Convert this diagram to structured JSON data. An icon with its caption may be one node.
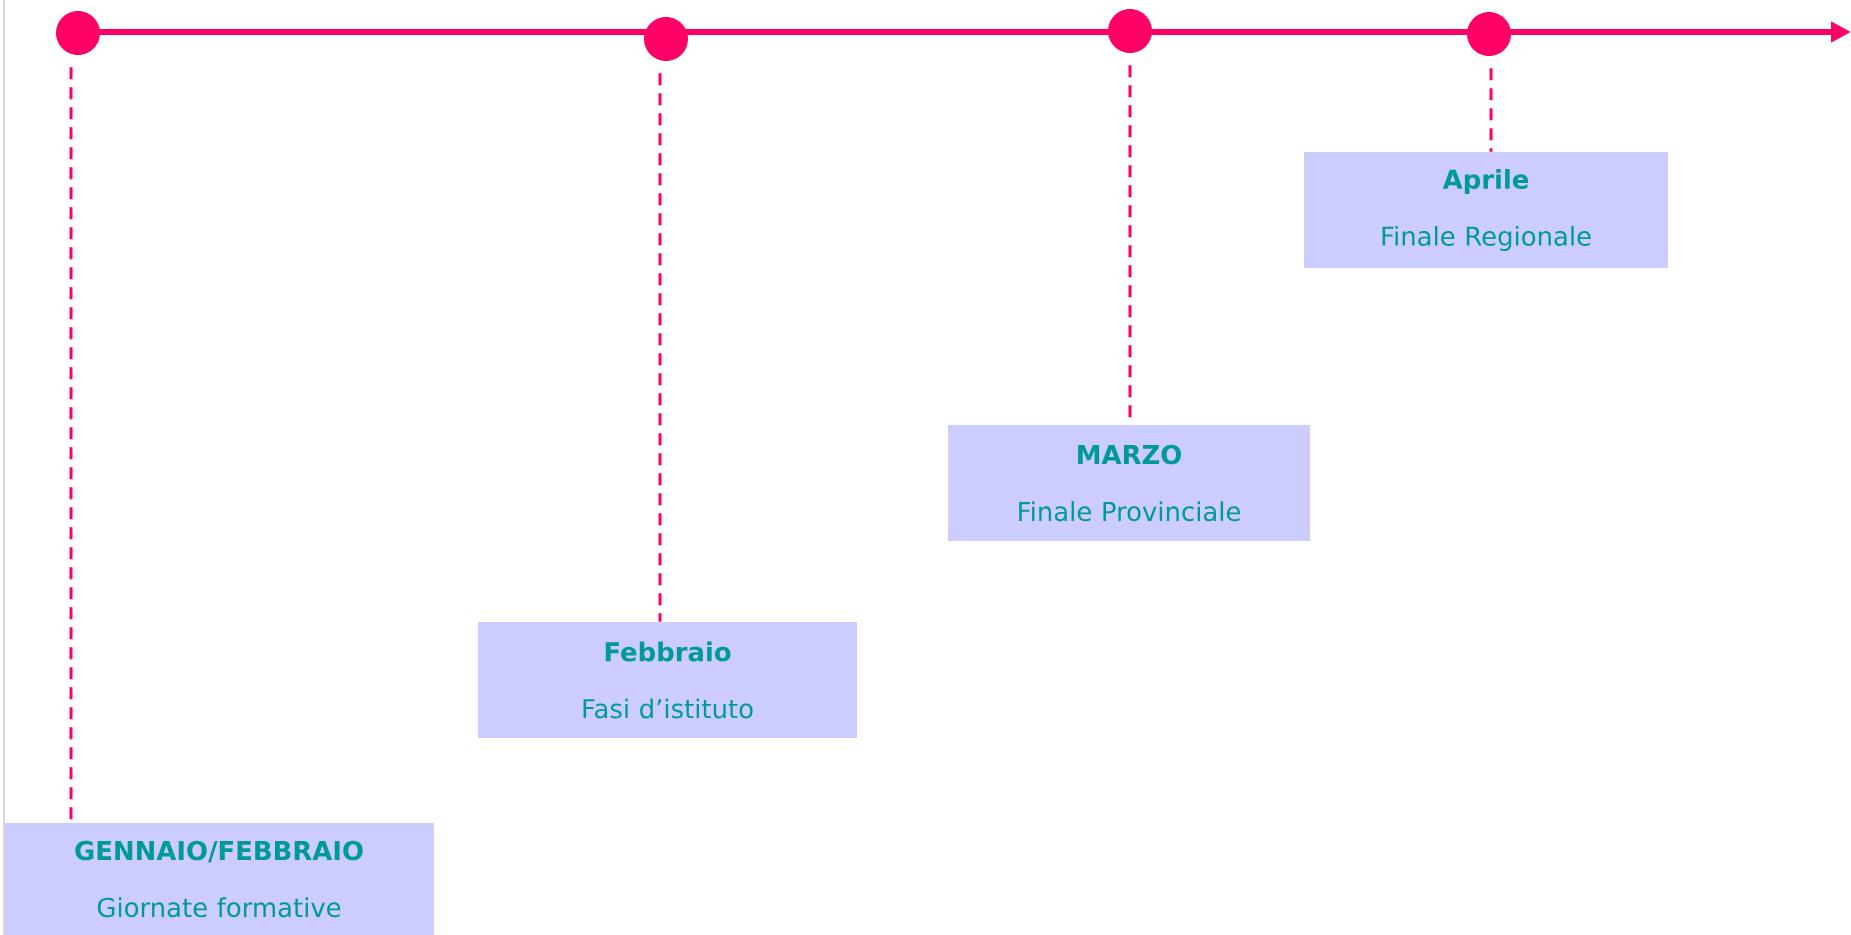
{
  "diagram": {
    "nodes": [
      {
        "text": [],
        "shape": "circle"
      },
      {
        "text": [],
        "shape": "circle"
      },
      {
        "text": [],
        "shape": "circle"
      },
      {
        "text": [],
        "shape": "circle"
      },
      {
        "text": [
          "GENNAIO/FEBBRAIO",
          "Giornate formative"
        ]
      },
      {
        "text": [
          "Febbraio",
          "Fasi d’istituto"
        ]
      },
      {
        "text": [
          "MARZO",
          "Finale Provinciale"
        ]
      },
      {
        "text": [
          "Aprile",
          "Finale Regionale"
        ]
      }
    ],
    "edges": [
      {
        "from": 0,
        "to": 1,
        "arrow": "none",
        "style": "thick"
      },
      {
        "from": 1,
        "to": 2,
        "arrow": "none",
        "style": "thick"
      },
      {
        "from": 2,
        "to": 3,
        "arrow": "none",
        "style": "thick"
      },
      {
        "from": 3,
        "to": null,
        "arrow": "to",
        "style": "thick"
      },
      {
        "from": 0,
        "to": 4,
        "arrow": "none",
        "style": "dashed"
      },
      {
        "from": 1,
        "to": 5,
        "arrow": "none",
        "style": "dashed"
      },
      {
        "from": 2,
        "to": 6,
        "arrow": "none",
        "style": "dashed"
      },
      {
        "from": 3,
        "to": 7,
        "arrow": "none",
        "style": "dashed"
      }
    ]
  }
}
